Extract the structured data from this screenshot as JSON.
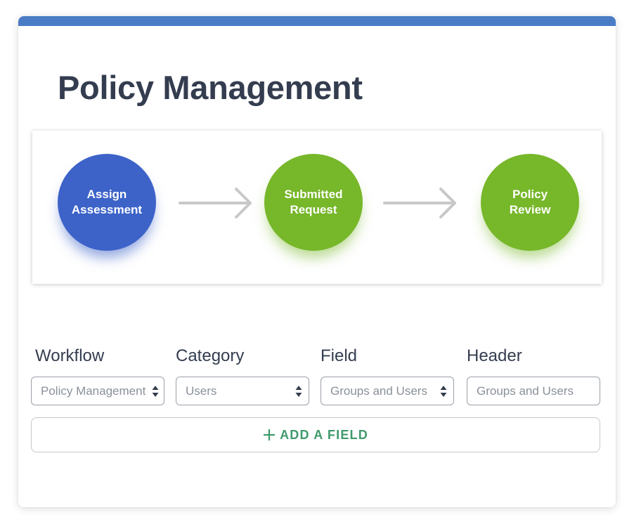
{
  "page": {
    "title": "Policy Management"
  },
  "colors": {
    "accent_bar": "#4a7cc6",
    "step_blue": "#3d63c9",
    "step_green": "#77b72a",
    "add_field_text": "#3f9a6c"
  },
  "workflow": {
    "steps": [
      {
        "label": "Assign\nAssessment",
        "color": "blue"
      },
      {
        "label": "Submitted\nRequest",
        "color": "green"
      },
      {
        "label": "Policy\nReview",
        "color": "green"
      }
    ],
    "connector_icon": "arrow-right-icon"
  },
  "fields": [
    {
      "label": "Workflow",
      "value": "Policy Management",
      "control": "select"
    },
    {
      "label": "Category",
      "value": "Users",
      "control": "select"
    },
    {
      "label": "Field",
      "value": "Groups and Users",
      "control": "select"
    },
    {
      "label": "Header",
      "value": "Groups and Users",
      "control": "input"
    }
  ],
  "add_field": {
    "label": "ADD A FIELD",
    "icon": "plus-icon"
  }
}
